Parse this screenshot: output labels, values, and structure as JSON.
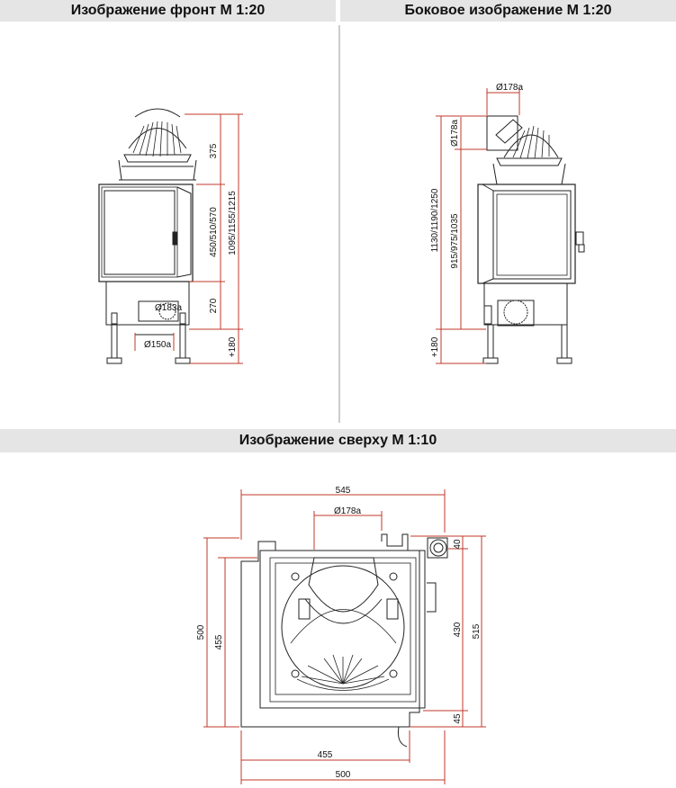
{
  "headers": {
    "front": "Изображение фронт M 1:20",
    "side": "Боковое изображение M 1:20",
    "top": "Изображение сверху M 1:10"
  },
  "front_dims": {
    "d375": "375",
    "d450": "450/510/570",
    "d1095": "1095/1155/1215",
    "d270": "270",
    "d180": "+180",
    "pipe_183": "Ø183a",
    "pipe_150": "Ø150a"
  },
  "side_dims": {
    "pipe_top": "Ø178a",
    "pipe_left": "Ø178a",
    "d1130": "1130/1190/1250",
    "d915": "915/975/1035",
    "d180": "+180"
  },
  "top_dims": {
    "d545": "545",
    "pipe": "Ø178a",
    "d40": "40",
    "d430": "430",
    "d515": "515",
    "d45": "45",
    "d500_left": "500",
    "d455_left": "455",
    "d455_bottom": "455",
    "d500_bottom": "500"
  },
  "colors": {
    "dimension_line": "#c0392b",
    "drawing_line": "#222222",
    "header_bg": "#e5e5e5"
  }
}
